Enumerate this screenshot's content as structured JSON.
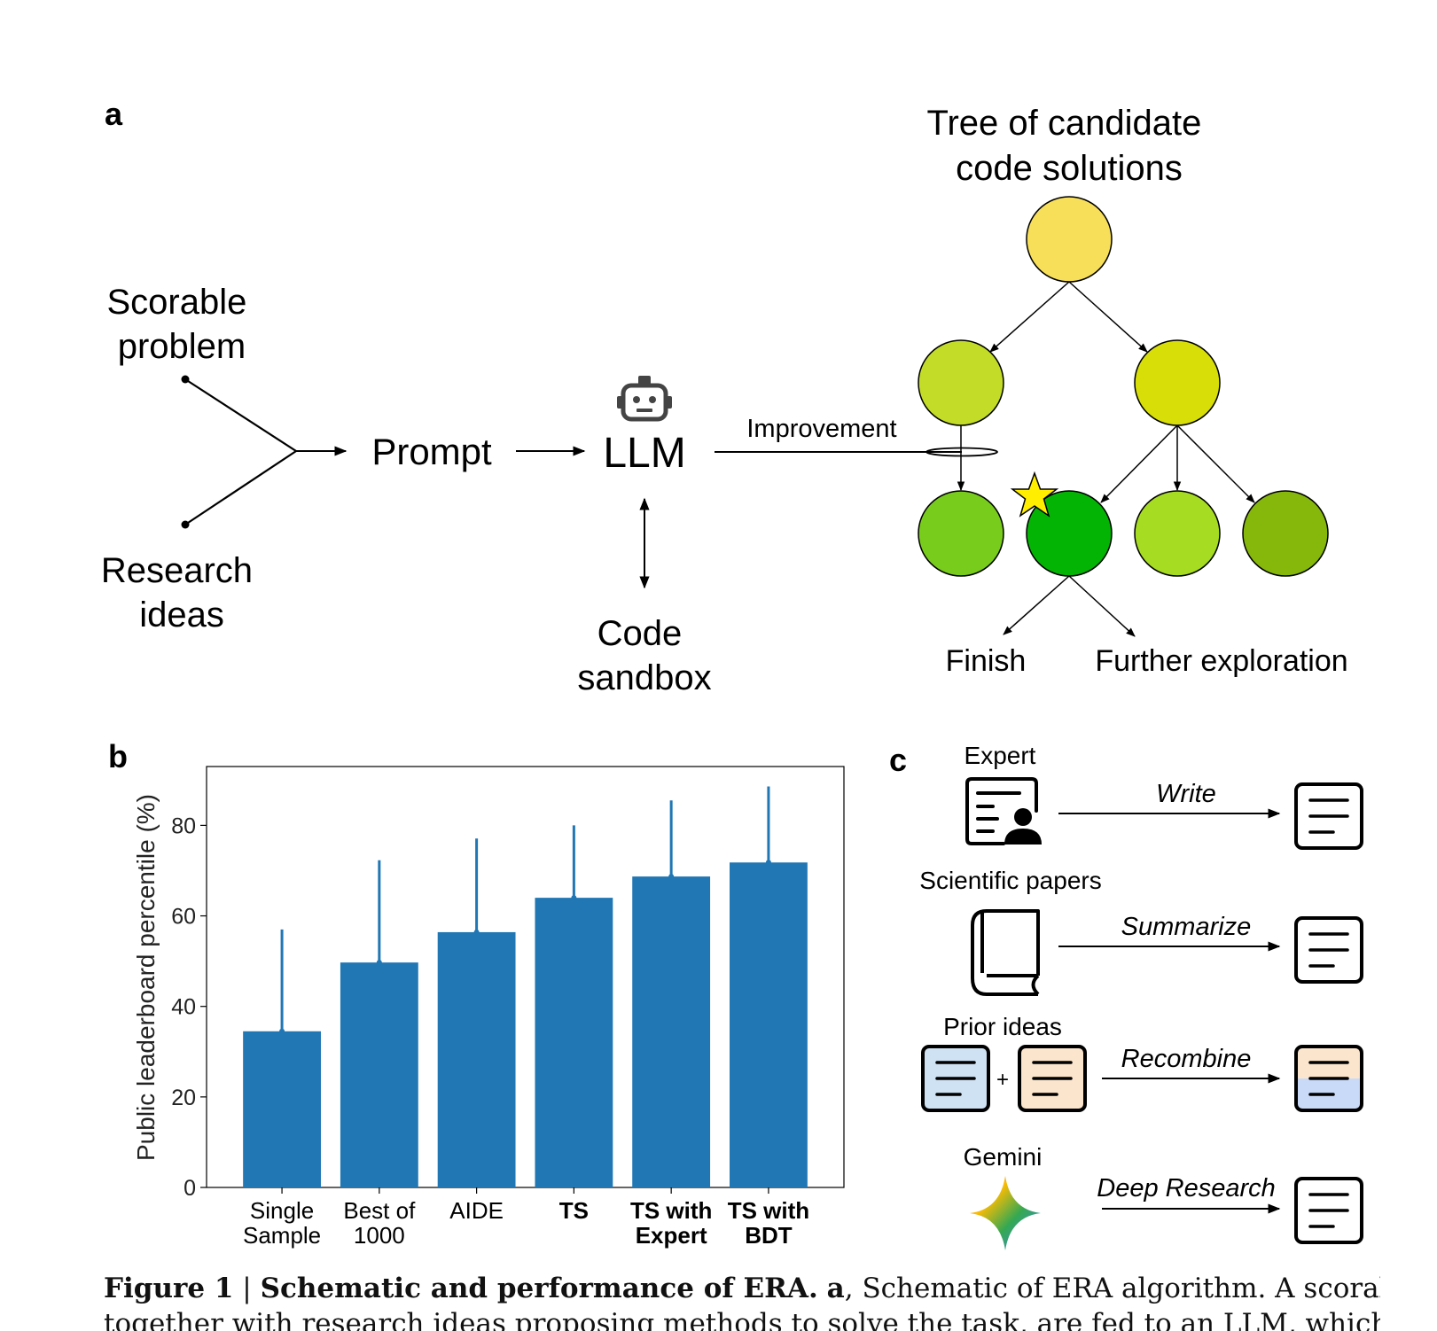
{
  "panel_a": {
    "label": "a",
    "scorable_problem": [
      "Scorable",
      "problem"
    ],
    "research_ideas": [
      "Research",
      "ideas"
    ],
    "prompt": "Prompt",
    "llm": "LLM",
    "code_sandbox": [
      "Code",
      "sandbox"
    ],
    "improvement": "Improvement",
    "tree_title": [
      "Tree of candidate",
      "code solutions"
    ],
    "finish": "Finish",
    "further_exploration": "Further exploration",
    "node_colors": {
      "root": "#f8df5a",
      "mid_left": "#c2dc28",
      "mid_right": "#d8de08",
      "leaf1": "#78cc1c",
      "leaf2": "#04b404",
      "leaf3": "#a6dc22",
      "leaf4": "#86b80c",
      "star": "#ffee00"
    }
  },
  "panel_b": {
    "label": "b",
    "chart_data": {
      "type": "bar",
      "categories": [
        [
          "Single",
          "Sample"
        ],
        [
          "Best of",
          "1000"
        ],
        [
          "AIDE"
        ],
        [
          "TS"
        ],
        [
          "TS with",
          "Expert"
        ],
        [
          "TS with",
          "BDT"
        ]
      ],
      "bold_categories": [
        false,
        false,
        false,
        true,
        true,
        true
      ],
      "values": [
        34.5,
        49.7,
        56.4,
        64.0,
        68.7,
        71.8
      ],
      "error_upper": [
        57.0,
        72.3,
        77.1,
        80.0,
        85.5,
        88.6
      ],
      "ylabel": "Public leaderboard percentile (%)",
      "ylim": [
        0,
        93
      ],
      "yticks": [
        0,
        20,
        40,
        60,
        80
      ],
      "bar_color": "#2077b4",
      "grid": false
    }
  },
  "panel_c": {
    "label": "c",
    "rows": [
      {
        "source": "Expert",
        "action": "Write"
      },
      {
        "source": "Scientific papers",
        "action": "Summarize"
      },
      {
        "source": "Prior ideas",
        "action": "Recombine",
        "plus": "+"
      },
      {
        "source": "Gemini",
        "action": "Deep Research"
      }
    ],
    "colors": {
      "blue_doc": "#cfe2f3",
      "orange_doc": "#fce5cd"
    }
  },
  "caption": {
    "fig": "Figure 1",
    "sep": " | ",
    "title": "Schematic and performance of ERA.",
    "a_label": "a",
    "line1_rest": ", Schematic of ERA algorithm. A scorable task,",
    "line2": "together with research ideas proposing methods to solve the task, are fed to an LLM, which produces"
  }
}
